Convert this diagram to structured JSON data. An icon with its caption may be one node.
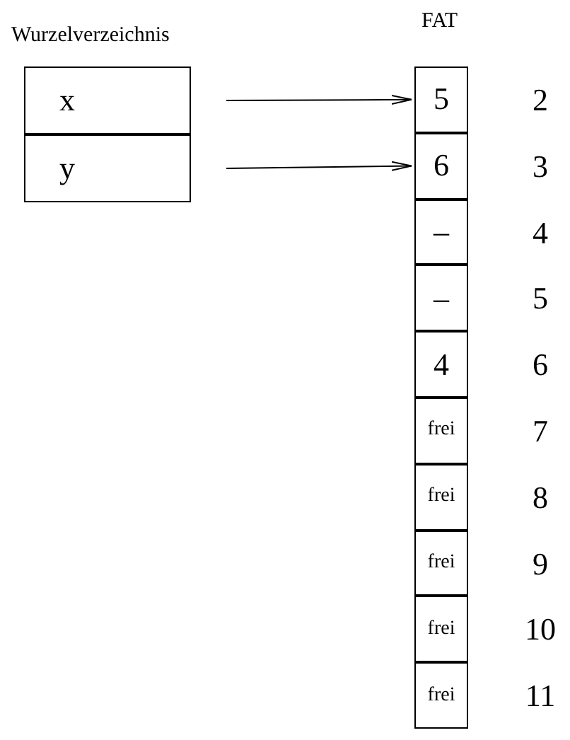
{
  "diagram": {
    "nodes": [
      {
        "text": [
          "Wurzelverzeichnis"
        ]
      },
      {
        "text": [
          "x"
        ],
        "in": 0
      },
      {
        "text": [
          "y"
        ],
        "in": 0
      },
      {
        "text": [
          "FAT"
        ]
      },
      {
        "text": [
          "5"
        ],
        "in": 3
      },
      {
        "text": [
          "6"
        ],
        "in": 3
      },
      {
        "text": [
          "–"
        ],
        "in": 3
      },
      {
        "text": [
          "–"
        ],
        "in": 3
      },
      {
        "text": [
          "4"
        ],
        "in": 3
      },
      {
        "text": [
          "frei"
        ],
        "in": 3
      },
      {
        "text": [
          "frei"
        ],
        "in": 3
      },
      {
        "text": [
          "frei"
        ],
        "in": 3
      },
      {
        "text": [
          "frei"
        ],
        "in": 3
      },
      {
        "text": [
          "frei"
        ],
        "in": 3
      }
    ],
    "edges": [
      {
        "from": 1,
        "to": 4,
        "arrow": "to"
      },
      {
        "from": 2,
        "to": 5,
        "arrow": "to"
      }
    ],
    "labels": [
      "2",
      "3",
      "4",
      "5",
      "6",
      "7",
      "8",
      "9",
      "10",
      "11"
    ]
  }
}
